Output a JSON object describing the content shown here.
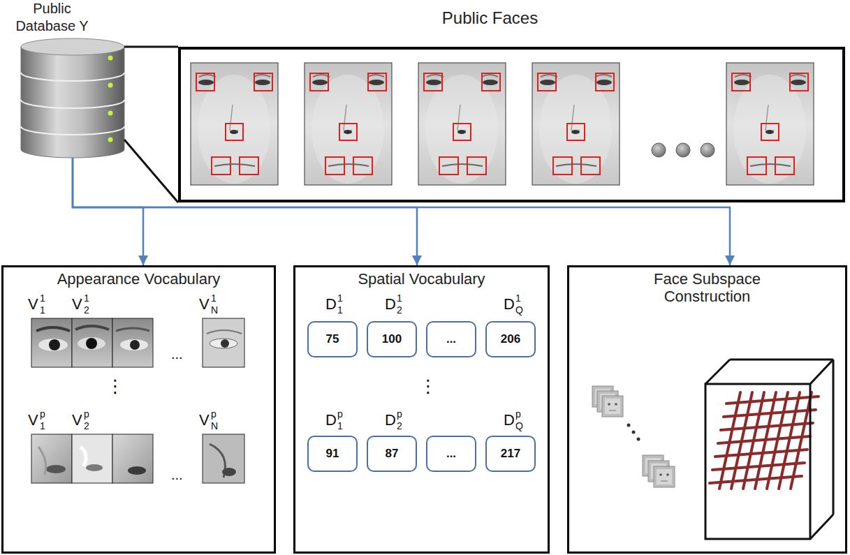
{
  "diagram": {
    "nodes": [
      {
        "text": [
          "Public Database Y"
        ]
      },
      {
        "text": [
          "Public Faces"
        ]
      },
      {
        "text": [
          "Appearance Vocabulary"
        ]
      },
      {
        "text": [
          "Spatial Vocabulary"
        ]
      },
      {
        "text": [
          "75"
        ],
        "in": 3
      },
      {
        "text": [
          "100"
        ],
        "in": 3
      },
      {
        "text": [
          "..."
        ],
        "in": 3
      },
      {
        "text": [
          "206"
        ],
        "in": 3
      },
      {
        "text": [
          "91"
        ],
        "in": 3
      },
      {
        "text": [
          "87"
        ],
        "in": 3
      },
      {
        "text": [
          "..."
        ],
        "in": 3
      },
      {
        "text": [
          "217"
        ],
        "in": 3
      },
      {
        "text": [
          "Face Subspace Construction"
        ]
      }
    ],
    "edges": [
      {
        "from": 0,
        "to": 2,
        "arrow": "to"
      },
      {
        "from": 0,
        "to": 3,
        "arrow": "to"
      },
      {
        "from": 0,
        "to": 12,
        "arrow": "to"
      },
      {
        "from": 0,
        "to": 1,
        "arrow": "none"
      },
      {
        "from": 0,
        "to": 1,
        "arrow": "none"
      }
    ],
    "labels": [
      "V",
      "1",
      "1",
      "V",
      "2",
      "1",
      "V",
      "N",
      "1",
      "...",
      "⋮",
      "V",
      "1",
      "p",
      "V",
      "2",
      "p",
      "V",
      "N",
      "p",
      "...",
      "D",
      "1",
      "1",
      "D",
      "2",
      "1",
      "D",
      "Q",
      "1",
      "⋮",
      "D",
      "1",
      "p",
      "D",
      "2",
      "p",
      "D",
      "Q",
      "p"
    ]
  }
}
